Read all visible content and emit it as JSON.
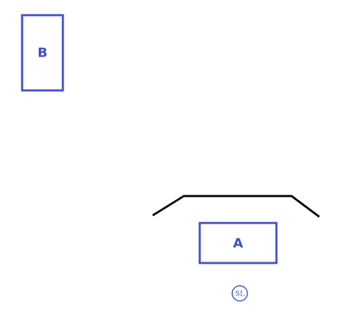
{
  "diagram": {
    "box_b": {
      "label": "B"
    },
    "box_a": {
      "label": "A"
    },
    "badge": {
      "label": "SL"
    }
  },
  "colors": {
    "shape_stroke": "#3f4fcf",
    "label_text": "#3f4fcf",
    "line": "#000000",
    "background": "#ffffff"
  }
}
